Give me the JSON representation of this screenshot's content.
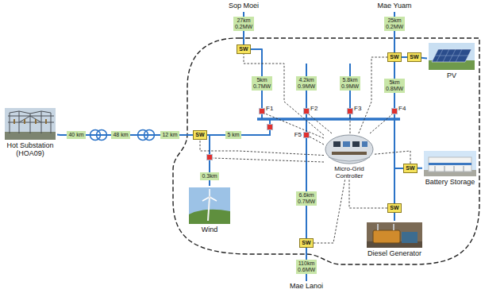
{
  "diagram": {
    "nodes": [
      {
        "text": [
          "Hot Substation (HOA09)"
        ]
      },
      {
        "text": [
          "40 km"
        ]
      },
      {
        "text": [
          "48 km"
        ]
      },
      {
        "text": [
          "12 km"
        ]
      },
      {
        "text": [
          "SW"
        ]
      },
      {
        "text": [
          "5 km"
        ]
      },
      {
        "text": [
          "0.3km"
        ]
      },
      {
        "text": [
          "Wind"
        ]
      },
      {
        "text": [
          "SW"
        ]
      },
      {
        "text": [
          "27km 0.2MW"
        ]
      },
      {
        "text": [
          "5km 0.7MW"
        ]
      },
      {
        "text": [
          "4.2km 0.9MW"
        ]
      },
      {
        "text": [
          "5.8km 0.9MW"
        ]
      },
      {
        "text": [
          "SW"
        ]
      },
      {
        "text": [
          "25km 0.2MW"
        ]
      },
      {
        "text": [
          "SW"
        ]
      },
      {
        "text": [
          "PV"
        ]
      },
      {
        "text": [
          "5km 0.8MW"
        ]
      },
      {
        "text": [
          "Micro-Grid Controller"
        ]
      },
      {
        "text": [
          "SW"
        ]
      },
      {
        "text": [
          "Battery Storage"
        ]
      },
      {
        "text": [
          "6.6km 0.7MW"
        ]
      },
      {
        "text": [
          "SW"
        ]
      },
      {
        "text": [
          "Diesel Generator"
        ]
      },
      {
        "text": [
          "SW"
        ]
      },
      {
        "text": [
          "110km 0.6MW"
        ]
      }
    ],
    "edges": [
      {
        "from": 0,
        "to": 1,
        "arrow": "none"
      },
      {
        "from": 1,
        "to": 2,
        "arrow": "none"
      },
      {
        "from": 2,
        "to": 3,
        "arrow": "none"
      },
      {
        "from": 3,
        "to": 4,
        "arrow": "none"
      },
      {
        "from": 4,
        "to": 5,
        "arrow": "none"
      },
      {
        "from": 4,
        "to": 6,
        "arrow": "none"
      },
      {
        "from": 6,
        "to": 7,
        "arrow": "none"
      },
      {
        "from": 9,
        "to": 8,
        "arrow": "none"
      },
      {
        "from": 8,
        "to": 10,
        "arrow": "none"
      },
      {
        "from": 14,
        "to": 13,
        "arrow": "none"
      },
      {
        "from": 13,
        "to": 17,
        "arrow": "none"
      },
      {
        "from": 13,
        "to": 15,
        "arrow": "none"
      },
      {
        "from": 15,
        "to": 16,
        "arrow": "none"
      },
      {
        "from": 19,
        "to": 20,
        "arrow": "none"
      },
      {
        "from": 22,
        "to": 23,
        "arrow": "none"
      },
      {
        "from": 21,
        "to": 24,
        "arrow": "none"
      },
      {
        "from": 24,
        "to": 25,
        "arrow": "none"
      },
      {
        "from": 18,
        "to": 8,
        "arrow": "none"
      },
      {
        "from": 18,
        "to": 13,
        "arrow": "none"
      },
      {
        "from": 18,
        "to": 4,
        "arrow": "none"
      },
      {
        "from": 18,
        "to": 19,
        "arrow": "none"
      },
      {
        "from": 18,
        "to": 22,
        "arrow": "none"
      },
      {
        "from": 18,
        "to": 24,
        "arrow": "none"
      }
    ],
    "labels": [
      "Sop Moei",
      "Mae Yuam",
      "F1",
      "F2",
      "F3",
      "F4",
      "F5",
      "Mae Lanoi"
    ]
  }
}
